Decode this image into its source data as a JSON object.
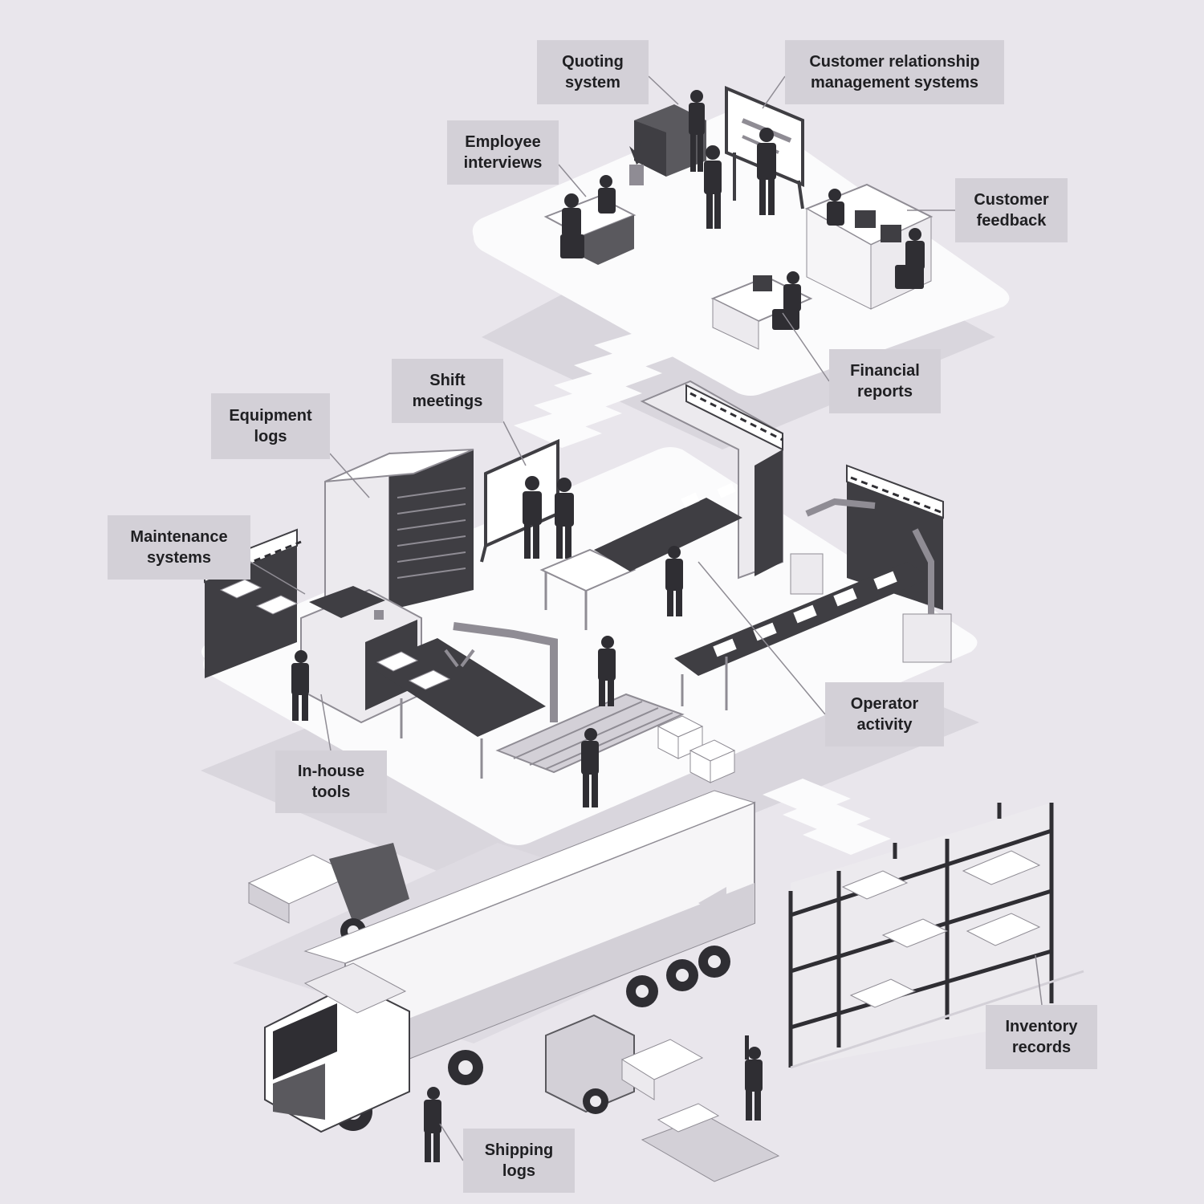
{
  "labels": {
    "quoting_system": "Quoting\nsystem",
    "crm_systems": "Customer relationship\nmanagement systems",
    "employee_interviews": "Employee\ninterviews",
    "customer_feedback": "Customer\nfeedback",
    "financial_reports": "Financial\nreports",
    "shift_meetings": "Shift\nmeetings",
    "equipment_logs": "Equipment\nlogs",
    "maintenance_systems": "Maintenance\nsystems",
    "operator_activity": "Operator\nactivity",
    "in_house_tools": "In-house\ntools",
    "inventory_records": "Inventory\nrecords",
    "shipping_logs": "Shipping\nlogs"
  },
  "colors": {
    "background": "#e9e6ec",
    "label_box": "#d3d0d7",
    "platform": "#fbfbfc",
    "shadow": "#d9d6dd",
    "dark": "#3f3e43",
    "mid": "#8f8c94",
    "light": "#ffffff"
  }
}
